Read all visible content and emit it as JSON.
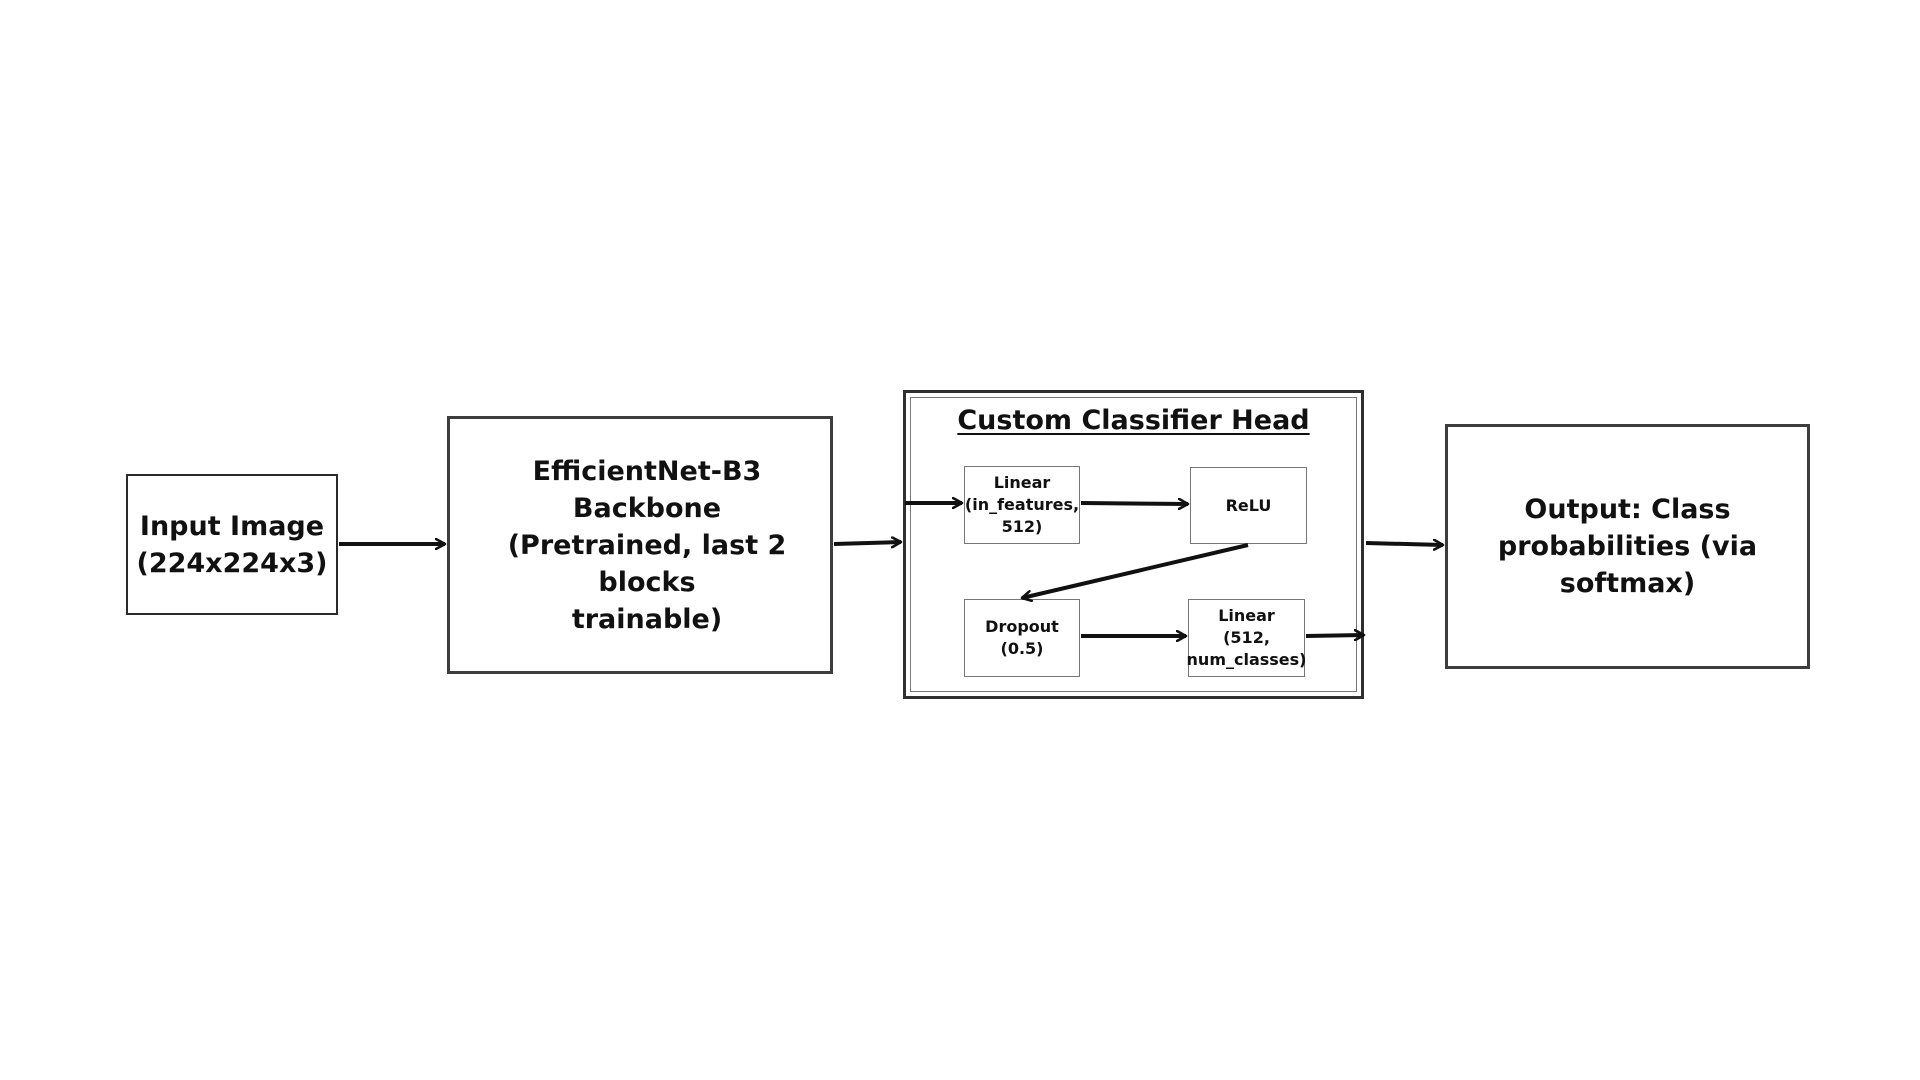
{
  "input": {
    "line1": "Input Image",
    "line2": "(224x224x3)"
  },
  "backbone": {
    "line1": "EfficientNet-B3 Backbone",
    "line2": "(Pretrained, last 2 blocks",
    "line3": "trainable)"
  },
  "head": {
    "title": "Custom Classifier Head",
    "linear1": {
      "line1": "Linear",
      "line2": "(in_features,",
      "line3": "512)"
    },
    "relu": {
      "line1": "ReLU"
    },
    "dropout": {
      "line1": "Dropout",
      "line2": "(0.5)"
    },
    "linear2": {
      "line1": "Linear",
      "line2": "(512,",
      "line3": "num_classes)"
    }
  },
  "output": {
    "line1": "Output: Class",
    "line2": "probabilities (via",
    "line3": "softmax)"
  },
  "colors": {
    "border": "#2b2b2b",
    "arrow": "#111111",
    "background": "#ffffff"
  }
}
